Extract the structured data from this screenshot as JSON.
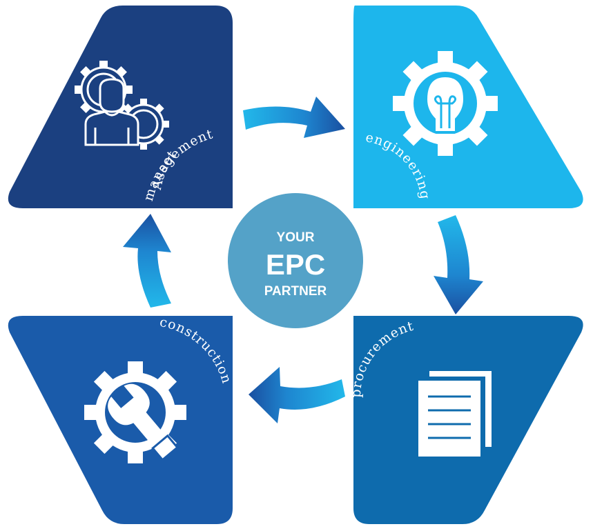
{
  "center": {
    "line1": "YOUR",
    "line2": "EPC",
    "line3": "PARTNER"
  },
  "stages": {
    "asset_management": {
      "label_line1": "Asset",
      "label_line2": "management",
      "icon": "gears-person-icon",
      "color": "#1B4080"
    },
    "engineering": {
      "label": "engineering",
      "icon": "lightbulb-gear-icon",
      "color": "#1DB6EC"
    },
    "procurement": {
      "label": "procurement",
      "icon": "documents-icon",
      "color": "#0E6BAD"
    },
    "construction": {
      "label": "construction",
      "icon": "wrench-gear-icon",
      "color": "#1A5BAA"
    }
  },
  "colors": {
    "center_circle": "#54A2C8",
    "arrow_light": "#22B8EA",
    "arrow_dark": "#1A4FA0"
  }
}
